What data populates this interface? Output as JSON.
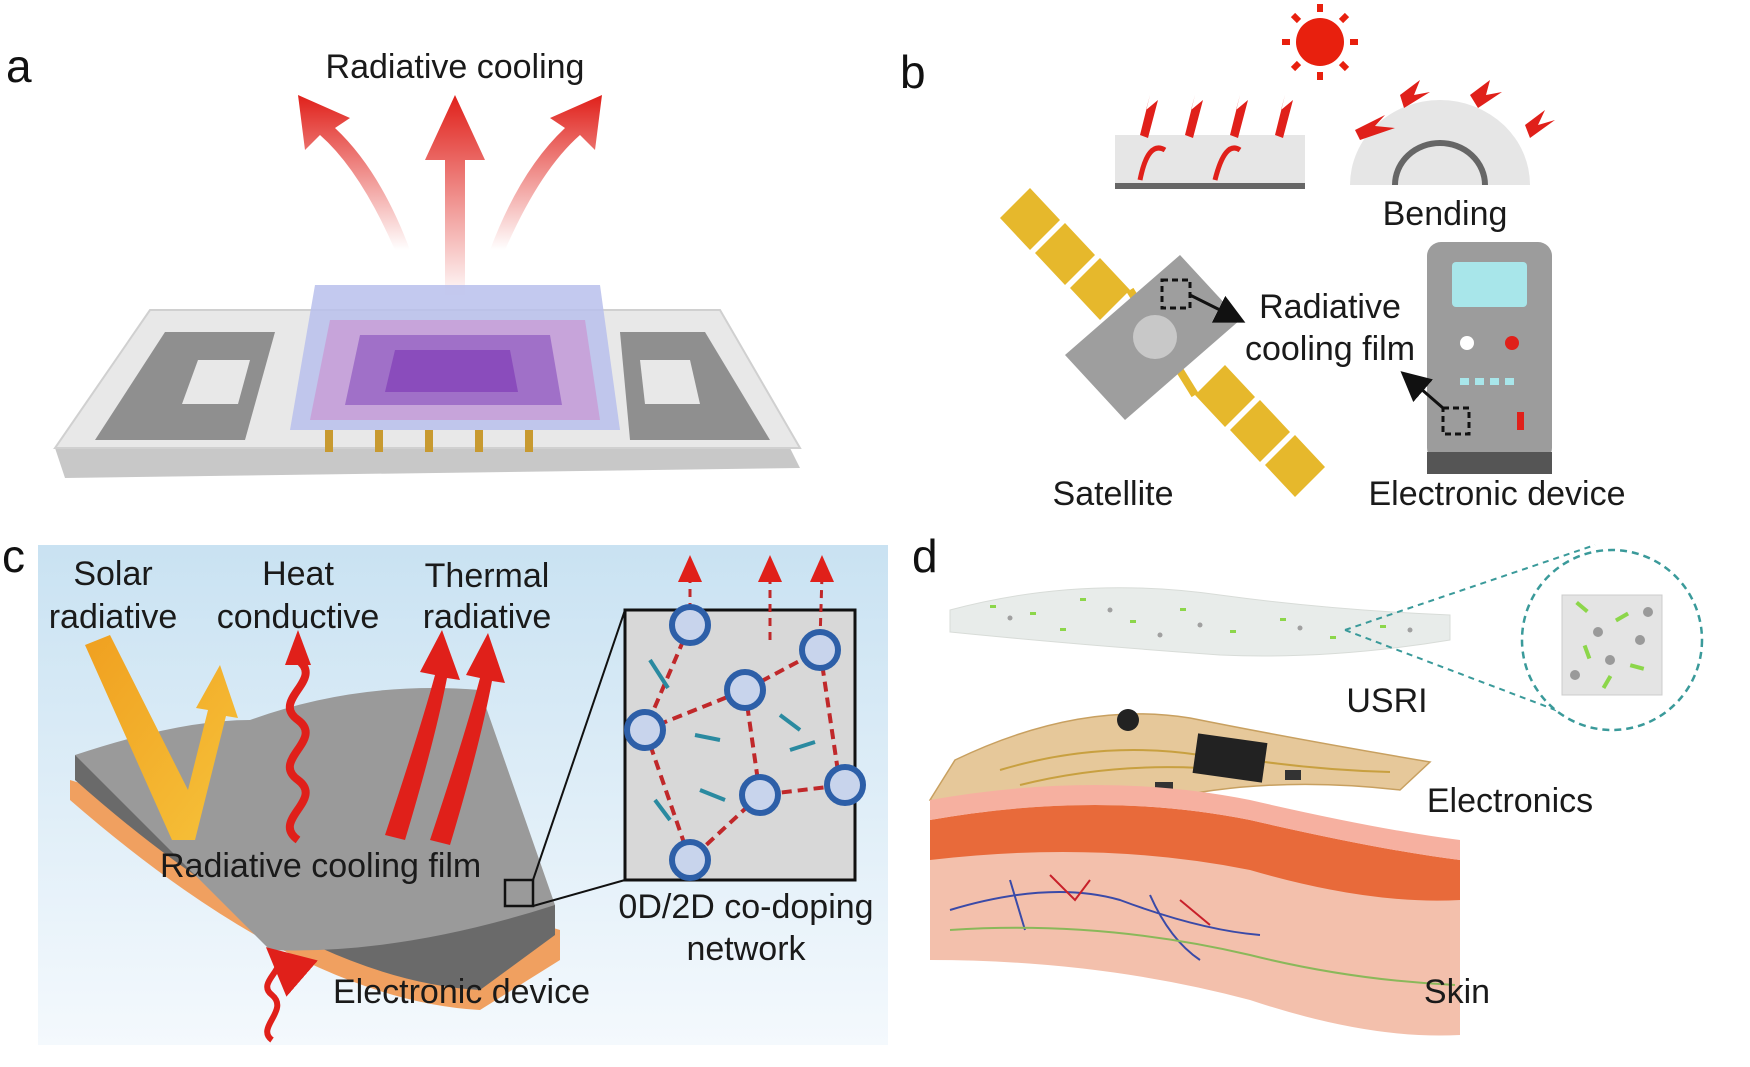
{
  "panels": {
    "a": {
      "letter": "a",
      "title": "Radiative cooling"
    },
    "b": {
      "letter": "b",
      "bending": "Bending",
      "film_label_line1": "Radiative",
      "film_label_line2": "cooling film",
      "satellite": "Satellite",
      "device": "Electronic device"
    },
    "c": {
      "letter": "c",
      "solar_line1": "Solar",
      "solar_line2": "radiative",
      "heat_line1": "Heat",
      "heat_line2": "conductive",
      "thermal_line1": "Thermal",
      "thermal_line2": "radiative",
      "film": "Radiative cooling film",
      "network_line1": "0D/2D co-doping",
      "network_line2": "network",
      "device": "Electronic device"
    },
    "d": {
      "letter": "d",
      "usri": "USRI",
      "electronics": "Electronics",
      "skin": "Skin"
    }
  },
  "colors": {
    "arrow_red": "#e0201a",
    "chip_purple": "#9a6cc8",
    "panel_gold": "#e6b82c",
    "device_gray": "#9c9c9c",
    "skin": "#f0a890",
    "network_blue": "#2d5fa8"
  }
}
